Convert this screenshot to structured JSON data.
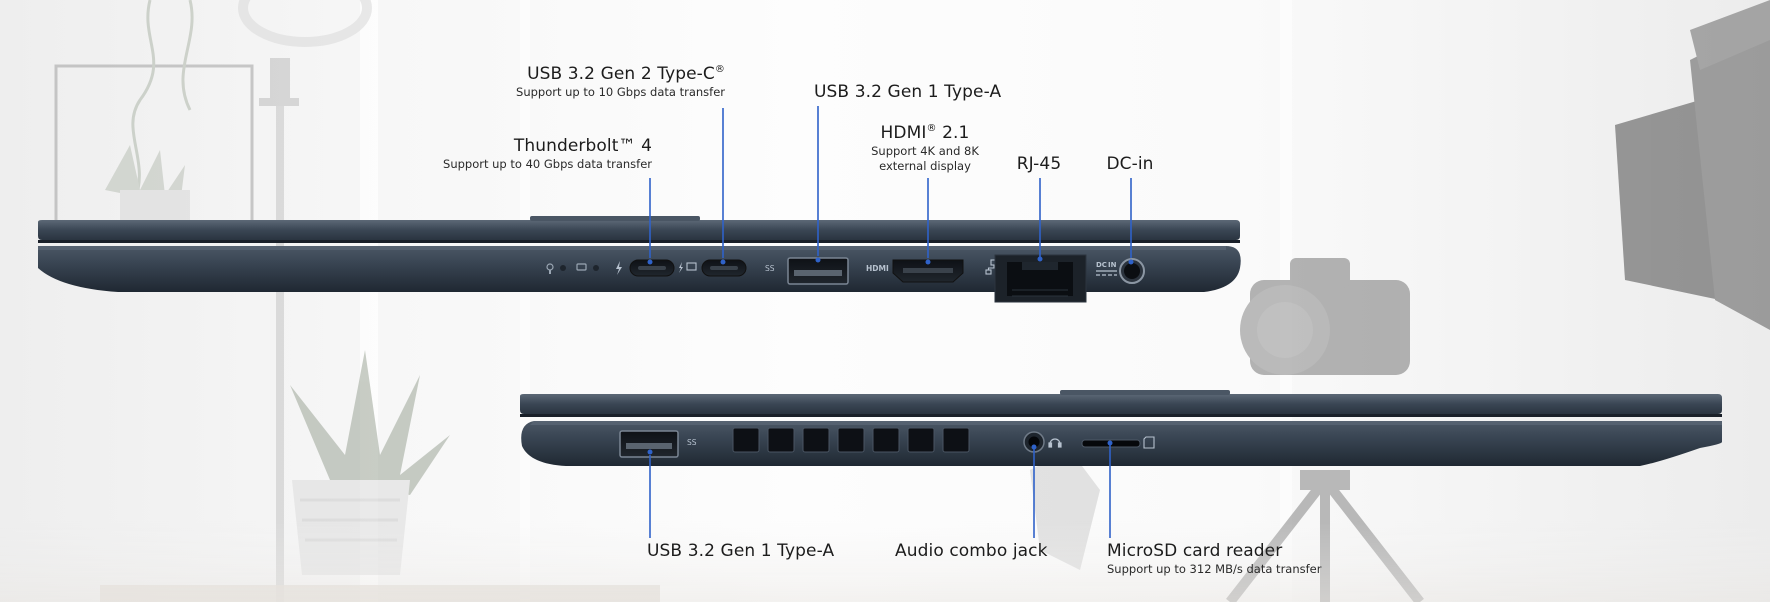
{
  "labels": {
    "usb_c": {
      "title_main": "USB 3.2 Gen 2 Type-C",
      "title_mark": "®",
      "sub": "Support up to 10 Gbps data transfer"
    },
    "thunderbolt": {
      "title": "Thunderbolt™ 4",
      "sub": "Support up to 40 Gbps data transfer"
    },
    "usb_a_right": {
      "title": "USB 3.2 Gen 1 Type-A"
    },
    "hdmi": {
      "title_main": "HDMI",
      "title_mark": "®",
      "title_rest": " 2.1",
      "sub_line1": "Support 4K and 8K",
      "sub_line2": "external display"
    },
    "rj45": {
      "title": "RJ-45"
    },
    "dc_in": {
      "title": "DC-in"
    },
    "usb_a_left": {
      "title": "USB 3.2 Gen 1 Type-A"
    },
    "audio": {
      "title": "Audio combo jack"
    },
    "microsd": {
      "title": "MicroSD card reader",
      "sub": "Support up to 312 MB/s data transfer"
    }
  },
  "port_markings": {
    "hdmi": "HDMI",
    "ss_right": "SS",
    "ss_left": "SS",
    "dc_line1": "DC",
    "dc_line2": "IN"
  },
  "colors": {
    "leader_line": "#2f62c9",
    "chassis": "#3b4756",
    "chassis_dark": "#26303c"
  },
  "icons": [
    "power-led-icon",
    "battery-led-icon",
    "thunderbolt-icon",
    "usb-c-charge-display-icon",
    "superspeed-usb-icon",
    "network-icon",
    "dc-in-icon",
    "headset-icon",
    "sd-card-icon"
  ]
}
